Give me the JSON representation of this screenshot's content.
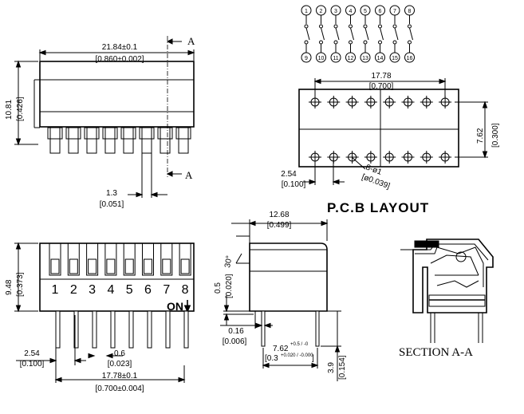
{
  "top_view": {
    "width_dim": "21.84±0.1",
    "width_dim_in": "[0.860±0.002]",
    "height_dim": "10.81",
    "height_dim_in": "[0.426]",
    "pin_width_dim": "1.3",
    "pin_width_dim_in": "[0.051]",
    "section_marker_top": "A",
    "section_marker_bottom": "A"
  },
  "schematic": {
    "top_pins": [
      "1",
      "2",
      "3",
      "4",
      "5",
      "6",
      "7",
      "8"
    ],
    "bottom_pins": [
      "16",
      "15",
      "14",
      "13",
      "12",
      "11",
      "10",
      "9"
    ]
  },
  "pcb_layout": {
    "pitch_row_dim": "17.78",
    "pitch_row_dim_in": "[0.700]",
    "row_spacing_dim": "7.62",
    "row_spacing_dim_in": "[0.300]",
    "pitch_dim": "2.54",
    "pitch_dim_in": "[0.100]",
    "hole_dim": "8-ø1",
    "hole_dim_in": "[ø0.039]",
    "title": "P.C.B LAYOUT"
  },
  "front_view": {
    "height_dim": "9.48",
    "height_dim_in": "[0.373]",
    "switch_numbers": [
      "1",
      "2",
      "3",
      "4",
      "5",
      "6",
      "7",
      "8"
    ],
    "on_label": "ON",
    "pitch_dim": "2.54",
    "pitch_dim_in": "[0.100]",
    "pin_dim": "0.6",
    "pin_dim_in": "[0.023]",
    "span_dim": "17.78±0.1",
    "span_dim_in": "[0.700±0.004]"
  },
  "side_view": {
    "width_dim": "12.68",
    "width_dim_in": "[0.499]",
    "angle_dim": "30°",
    "standoff_dim": "0.5",
    "standoff_dim_in": "[0.020]",
    "pin_thick_dim": "0.16",
    "pin_thick_dim_in": "[0.006]",
    "row_dim": "7.62",
    "row_tol": "+0.5 / -0",
    "row_dim_in": "[0.3",
    "row_tol_in": "+0.020 / -0.000",
    "row_dim_in_close": "]",
    "pin_len_dim": "3.9",
    "pin_len_dim_in": "[0.154]"
  },
  "section": {
    "label": "SECTION  A-A"
  }
}
